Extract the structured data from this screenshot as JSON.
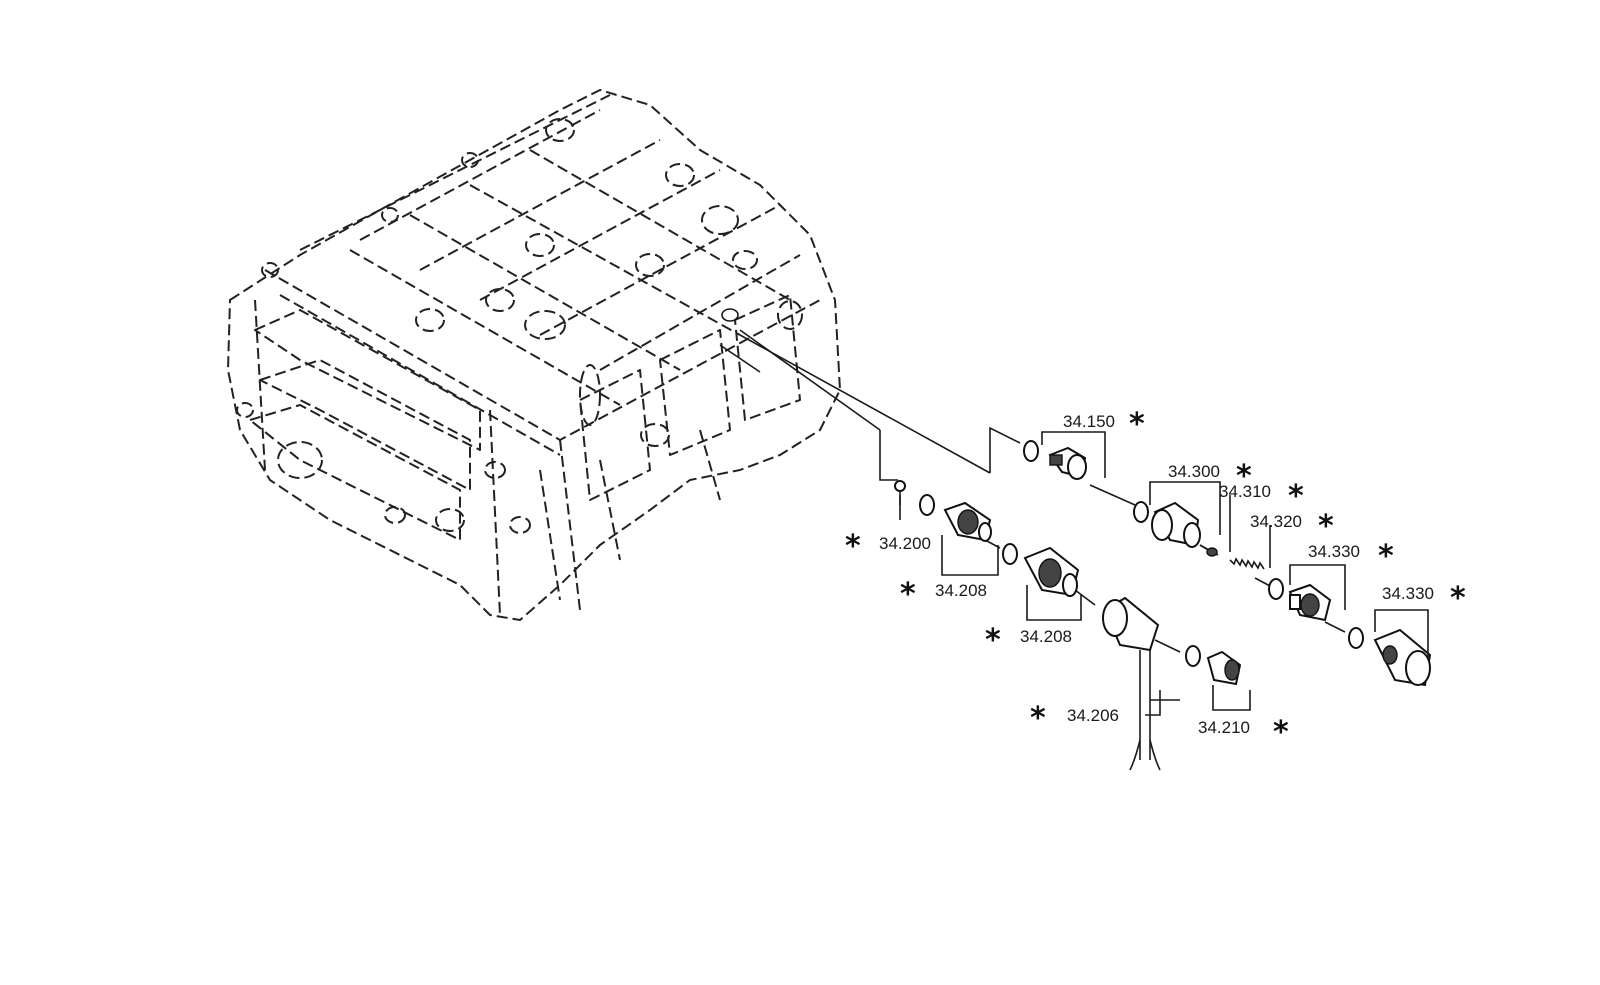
{
  "diagram": {
    "callouts": [
      {
        "id": "c-34150",
        "label": "34.150",
        "starred": true
      },
      {
        "id": "c-34300",
        "label": "34.300",
        "starred": true
      },
      {
        "id": "c-34310",
        "label": "34.310",
        "starred": true
      },
      {
        "id": "c-34320",
        "label": "34.320",
        "starred": true
      },
      {
        "id": "c-34330a",
        "label": "34.330",
        "starred": true
      },
      {
        "id": "c-34330b",
        "label": "34.330",
        "starred": true
      },
      {
        "id": "c-34200",
        "label": "34.200",
        "starred": true
      },
      {
        "id": "c-34208a",
        "label": "34.208",
        "starred": true
      },
      {
        "id": "c-34208b",
        "label": "34.208",
        "starred": true
      },
      {
        "id": "c-34206",
        "label": "34.206",
        "starred": true
      },
      {
        "id": "c-34210",
        "label": "34.210",
        "starred": true
      }
    ],
    "star_symbol": "*"
  }
}
